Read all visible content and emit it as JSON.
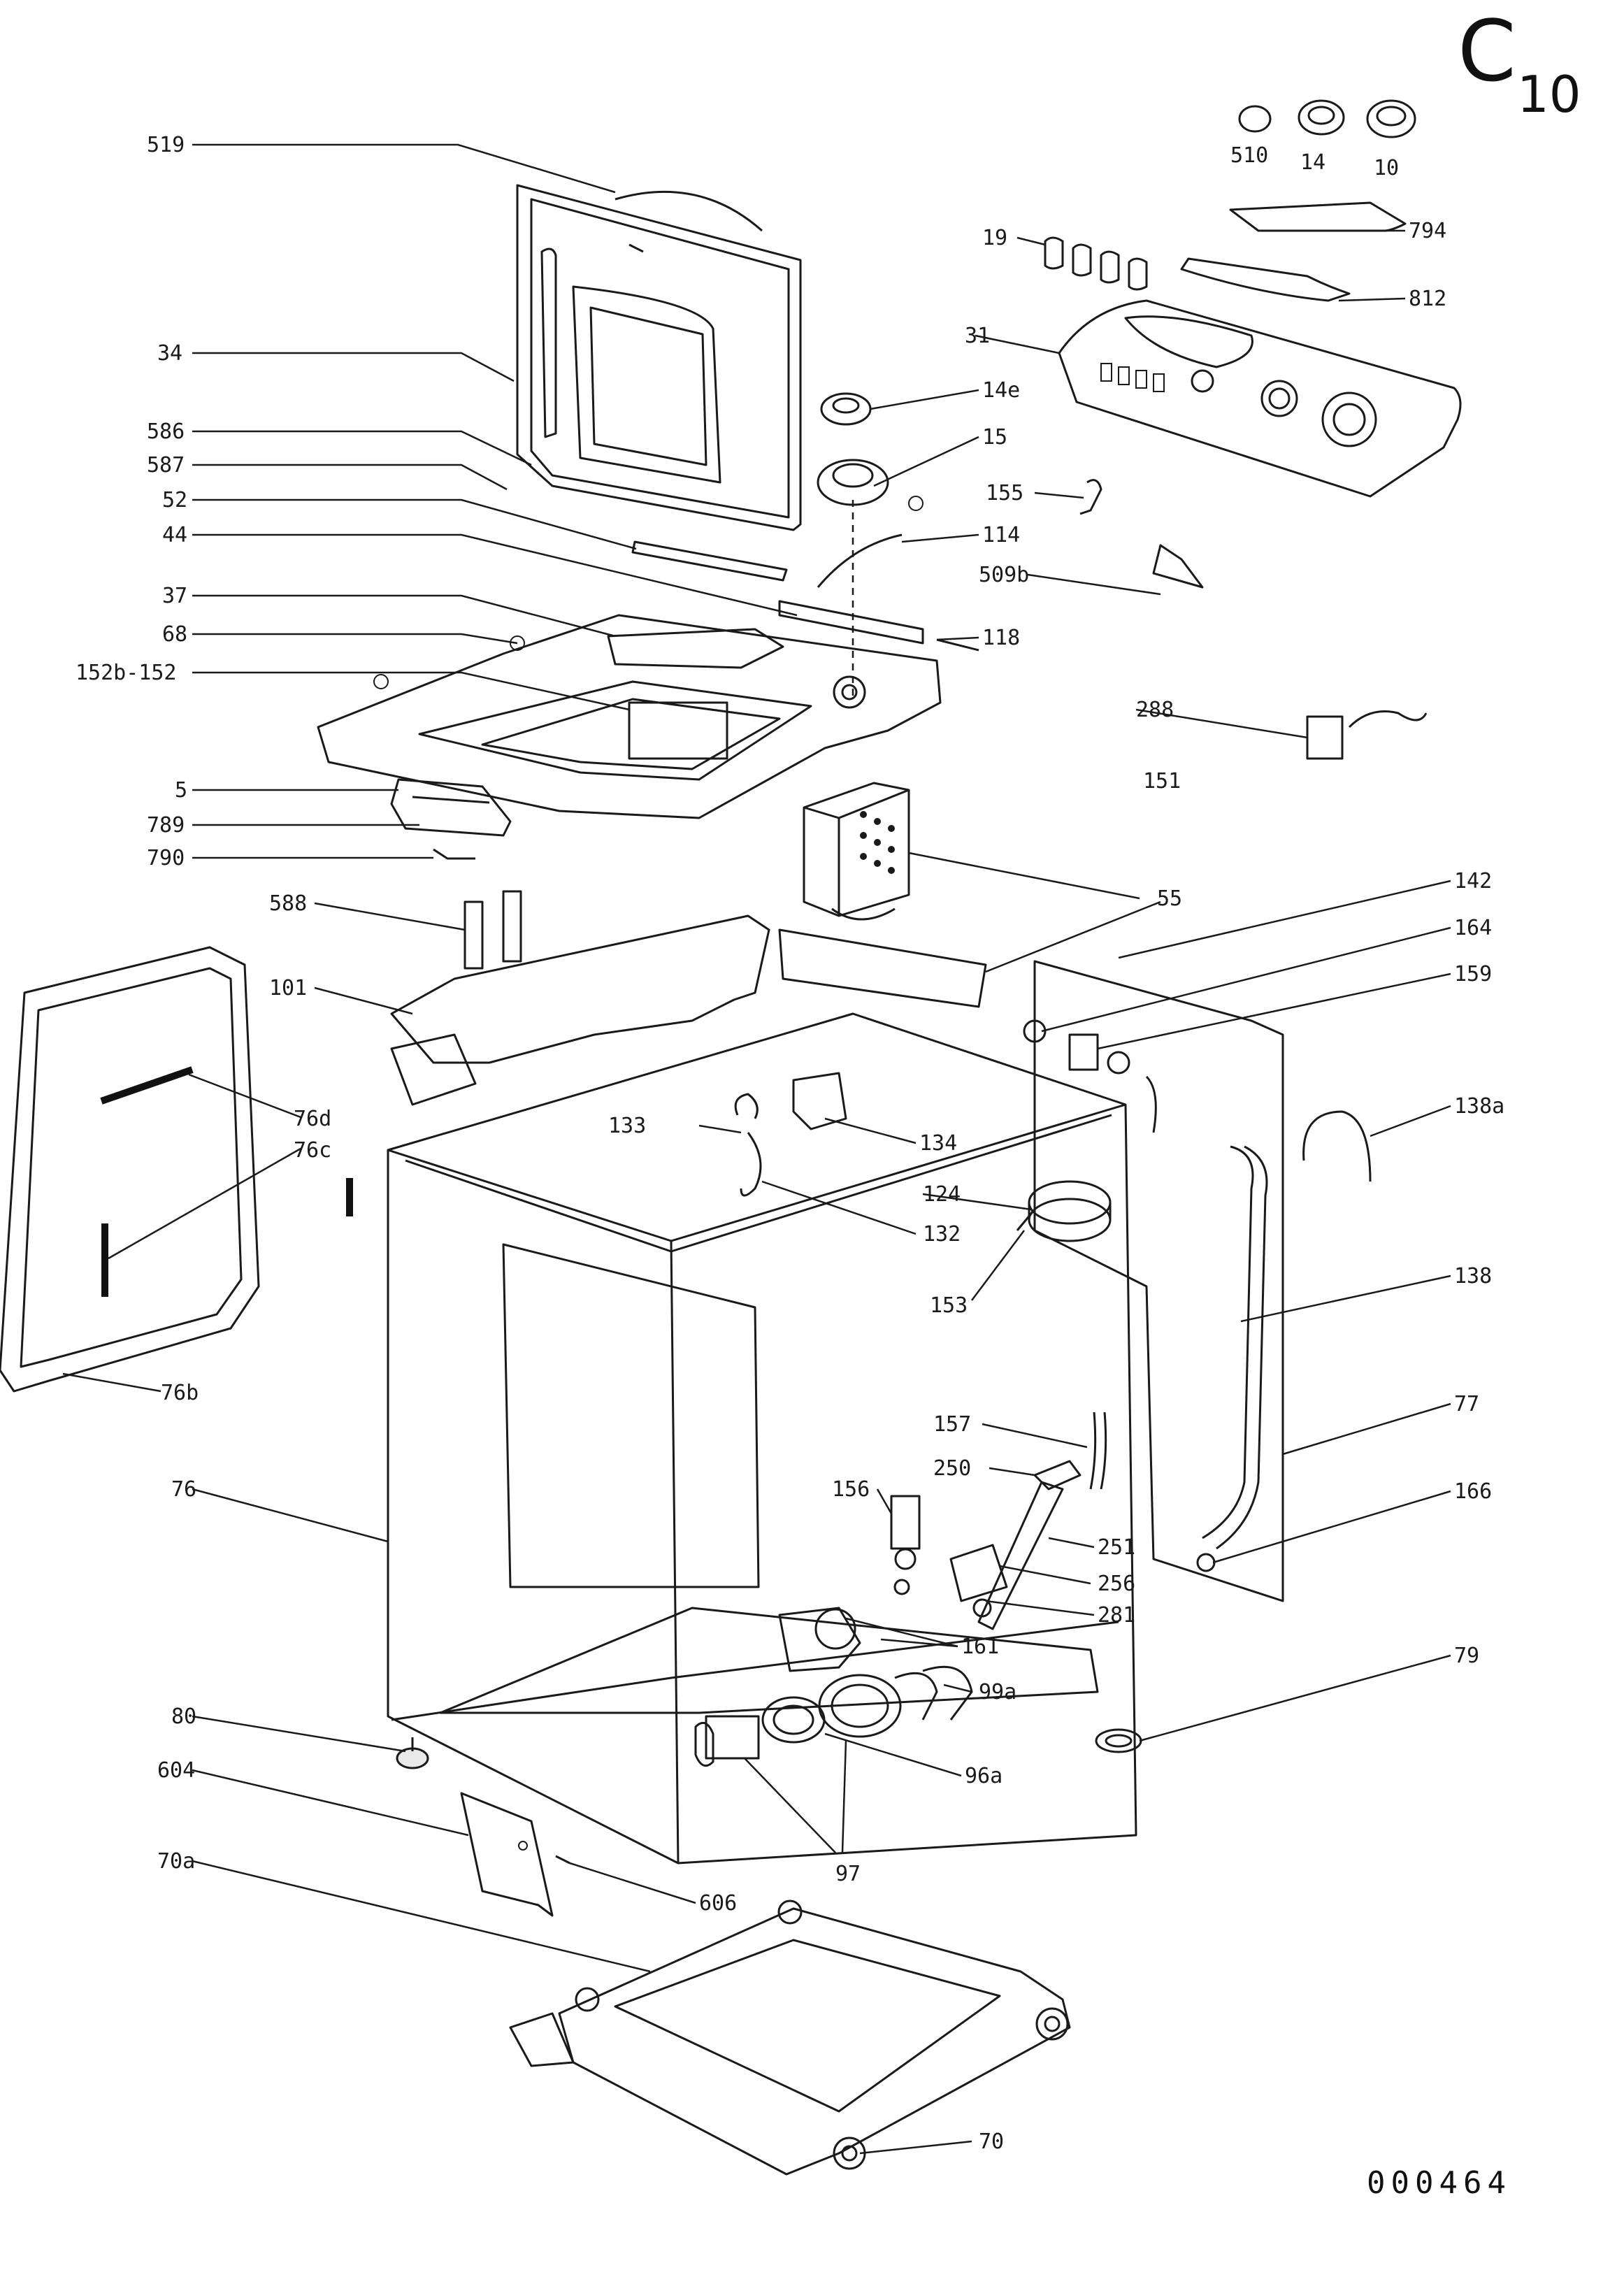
{
  "sheet": {
    "code": "C",
    "number": "10"
  },
  "reference_number": "000464",
  "parts": [
    {
      "id": "519"
    },
    {
      "id": "34"
    },
    {
      "id": "586"
    },
    {
      "id": "587"
    },
    {
      "id": "52"
    },
    {
      "id": "44"
    },
    {
      "id": "37"
    },
    {
      "id": "68"
    },
    {
      "id": "152b-152"
    },
    {
      "id": "5"
    },
    {
      "id": "789"
    },
    {
      "id": "790"
    },
    {
      "id": "588"
    },
    {
      "id": "101"
    },
    {
      "id": "76d"
    },
    {
      "id": "76c"
    },
    {
      "id": "76b"
    },
    {
      "id": "76"
    },
    {
      "id": "80"
    },
    {
      "id": "604"
    },
    {
      "id": "70a"
    },
    {
      "id": "606"
    },
    {
      "id": "70"
    },
    {
      "id": "97"
    },
    {
      "id": "96a"
    },
    {
      "id": "99a"
    },
    {
      "id": "161"
    },
    {
      "id": "79"
    },
    {
      "id": "281"
    },
    {
      "id": "256"
    },
    {
      "id": "251"
    },
    {
      "id": "250"
    },
    {
      "id": "156"
    },
    {
      "id": "157"
    },
    {
      "id": "166"
    },
    {
      "id": "77"
    },
    {
      "id": "138"
    },
    {
      "id": "138a"
    },
    {
      "id": "153"
    },
    {
      "id": "124"
    },
    {
      "id": "132"
    },
    {
      "id": "133"
    },
    {
      "id": "134"
    },
    {
      "id": "55"
    },
    {
      "id": "142"
    },
    {
      "id": "164"
    },
    {
      "id": "159"
    },
    {
      "id": "151"
    },
    {
      "id": "288"
    },
    {
      "id": "118"
    },
    {
      "id": "509b"
    },
    {
      "id": "114"
    },
    {
      "id": "155"
    },
    {
      "id": "15"
    },
    {
      "id": "14e"
    },
    {
      "id": "31"
    },
    {
      "id": "812"
    },
    {
      "id": "794"
    },
    {
      "id": "19"
    },
    {
      "id": "510"
    },
    {
      "id": "14"
    },
    {
      "id": "10"
    }
  ]
}
